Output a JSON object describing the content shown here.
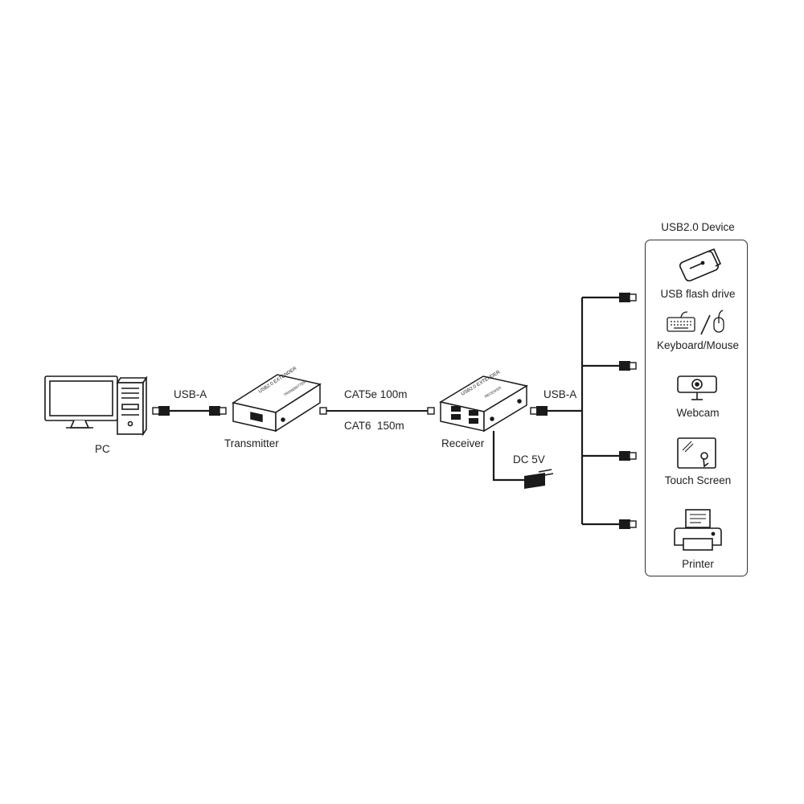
{
  "pc": {
    "label": "PC"
  },
  "usb_left": {
    "label": "USB-A"
  },
  "transmitter": {
    "label": "Transmitter",
    "panel_text": "TRANSMITTER",
    "face_text": "USB2.0 EXTENDER"
  },
  "cable": {
    "top_label": "CAT5e 100m",
    "bottom_label": "CAT6  150m"
  },
  "receiver": {
    "label": "Receiver",
    "face_text": "USB2.0 EXTENDER",
    "panel_text": "RECEIVER"
  },
  "power": {
    "label": "DC 5V"
  },
  "usb_right": {
    "label": "USB-A"
  },
  "devices": {
    "title": "USB2.0 Device",
    "items": [
      {
        "label": "USB flash drive",
        "icon": "usb-flash-drive-icon"
      },
      {
        "label": "Keyboard/Mouse",
        "icon": "keyboard-mouse-icon"
      },
      {
        "label": "Webcam",
        "icon": "webcam-icon"
      },
      {
        "label": "Touch Screen",
        "icon": "touch-screen-icon"
      },
      {
        "label": "Printer",
        "icon": "printer-icon"
      }
    ]
  },
  "colors": {
    "line": "#1a1a1a",
    "box_fill": "#ffffff",
    "panel_border": "#333333"
  }
}
